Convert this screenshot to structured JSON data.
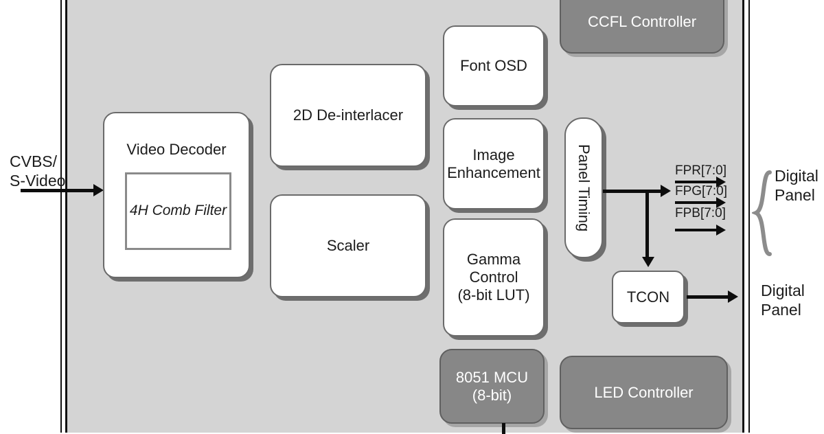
{
  "diagram": {
    "title": "LCD panel controller block diagram",
    "colors": {
      "chip_fill": "#d4d4d4",
      "block_white": "#ffffff",
      "block_dark": "#878787",
      "block_border": "#6a6a6a",
      "wire": "#0d0d0d",
      "brace": "#8c8c8c"
    }
  },
  "inputs": {
    "cvbs_label": "CVBS/\nS-Video"
  },
  "blocks": {
    "video_decoder": {
      "label": "Video Decoder",
      "inner_label": "4H Comb Filter"
    },
    "deinterlacer": {
      "label": "2D De-interlacer"
    },
    "scaler": {
      "label": "Scaler"
    },
    "font_osd": {
      "label": "Font OSD"
    },
    "image_enhancement": {
      "label": "Image\nEnhancement"
    },
    "gamma_control": {
      "label": "Gamma\nControl\n(8-bit LUT)"
    },
    "panel_timing": {
      "label": "Panel Timing"
    },
    "tcon": {
      "label": "TCON"
    },
    "ccfl_controller": {
      "label": "CCFL Controller"
    },
    "led_controller": {
      "label": "LED Controller"
    },
    "mcu": {
      "label": "8051 MCU\n(8-bit)"
    }
  },
  "signals": {
    "fpr": "FPR[7:0]",
    "fpg": "FPG[7:0]",
    "fpb": "FPB[7:0]"
  },
  "outputs": {
    "digital_panel_rgb": "Digital\nPanel",
    "digital_panel_tcon": "Digital\nPanel"
  }
}
